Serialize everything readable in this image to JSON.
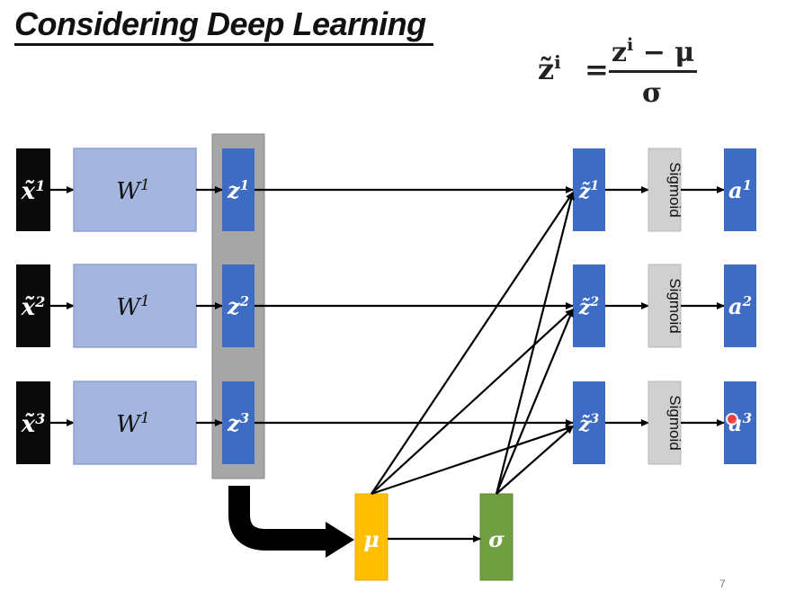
{
  "slide": {
    "title": "Considering Deep Learning",
    "page_number": "7"
  },
  "formula": {
    "lhs": "z̃",
    "sup": "i",
    "equals": "=",
    "num_base": "z",
    "num_sup": "i",
    "num_rest": " − μ",
    "den": "σ"
  },
  "rows": [
    {
      "input": "x̃",
      "input_sup": "1",
      "weight": "W",
      "weight_sup": "1",
      "z": "z",
      "z_sup": "1",
      "z_norm": "z̃",
      "z_norm_sup": "1",
      "activation": "Sigmoid",
      "output": "a",
      "output_sup": "1"
    },
    {
      "input": "x̃",
      "input_sup": "2",
      "weight": "W",
      "weight_sup": "1",
      "z": "z",
      "z_sup": "2",
      "z_norm": "z̃",
      "z_norm_sup": "2",
      "activation": "Sigmoid",
      "output": "a",
      "output_sup": "2"
    },
    {
      "input": "x̃",
      "input_sup": "3",
      "weight": "W",
      "weight_sup": "1",
      "z": "z",
      "z_sup": "3",
      "z_norm": "z̃",
      "z_norm_sup": "3",
      "activation": "Sigmoid",
      "output": "a",
      "output_sup": "3"
    }
  ],
  "stats": {
    "mu": "μ",
    "sigma": "σ"
  },
  "colors": {
    "input": "#0a0a0a",
    "weight": "#a4b6e0",
    "weight_border": "#8ea2d0",
    "z": "#3e6cc4",
    "group": "#a6a6a6",
    "sigmoid": "#d0d0d0",
    "mu": "#ffbf00",
    "sigma": "#6f9f3f",
    "arrow": "#000000",
    "cursor": "#ff3b30"
  }
}
